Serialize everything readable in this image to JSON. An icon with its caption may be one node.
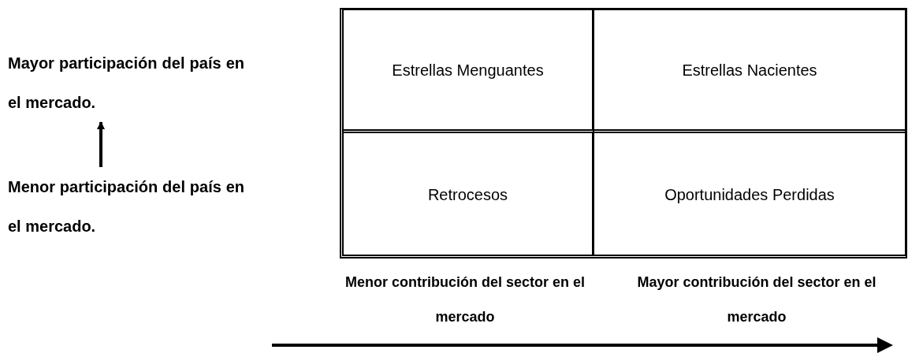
{
  "diagram": {
    "nodes": [
      {
        "text": [
          "Mayor participación del país en el mercado."
        ]
      },
      {
        "text": [
          "Menor participación del país en el mercado."
        ]
      },
      {
        "text": [
          "Estrellas Menguantes"
        ]
      },
      {
        "text": [
          "Estrellas Nacientes"
        ]
      },
      {
        "text": [
          "Retrocesos"
        ]
      },
      {
        "text": [
          "Oportunidades Perdidas"
        ]
      }
    ],
    "edges": [
      {
        "from": 1,
        "to": 0,
        "arrow": "to"
      }
    ],
    "labels": [
      "Menor contribución del sector en el mercado",
      "Mayor contribución del sector en el mercado"
    ]
  }
}
